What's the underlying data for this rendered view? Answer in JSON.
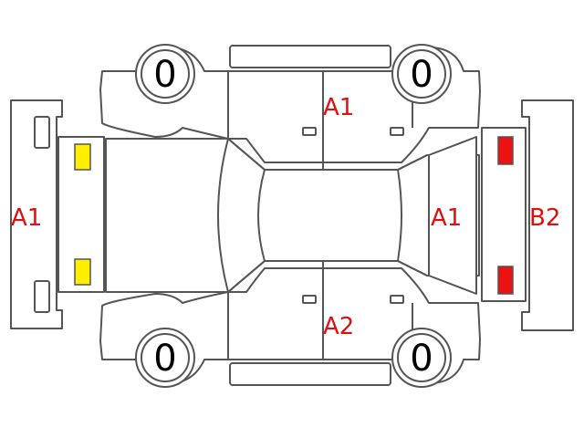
{
  "colors": {
    "outline": "#555555",
    "code_text": "#dd1111",
    "yellow_mark": "#ffee00",
    "red_mark": "#ee1111"
  },
  "tires": {
    "front_left": "0",
    "front_right": "0",
    "rear_left": "0",
    "rear_right": "0"
  },
  "codes": {
    "top_doors": "A1",
    "left_panel": "A1",
    "rear_window": "A1",
    "right_panel": "B2",
    "bottom_doors": "A2"
  },
  "marks": {
    "left_lights": {
      "color": "yellow",
      "count": 2
    },
    "right_lights": {
      "color": "red",
      "count": 2
    }
  }
}
